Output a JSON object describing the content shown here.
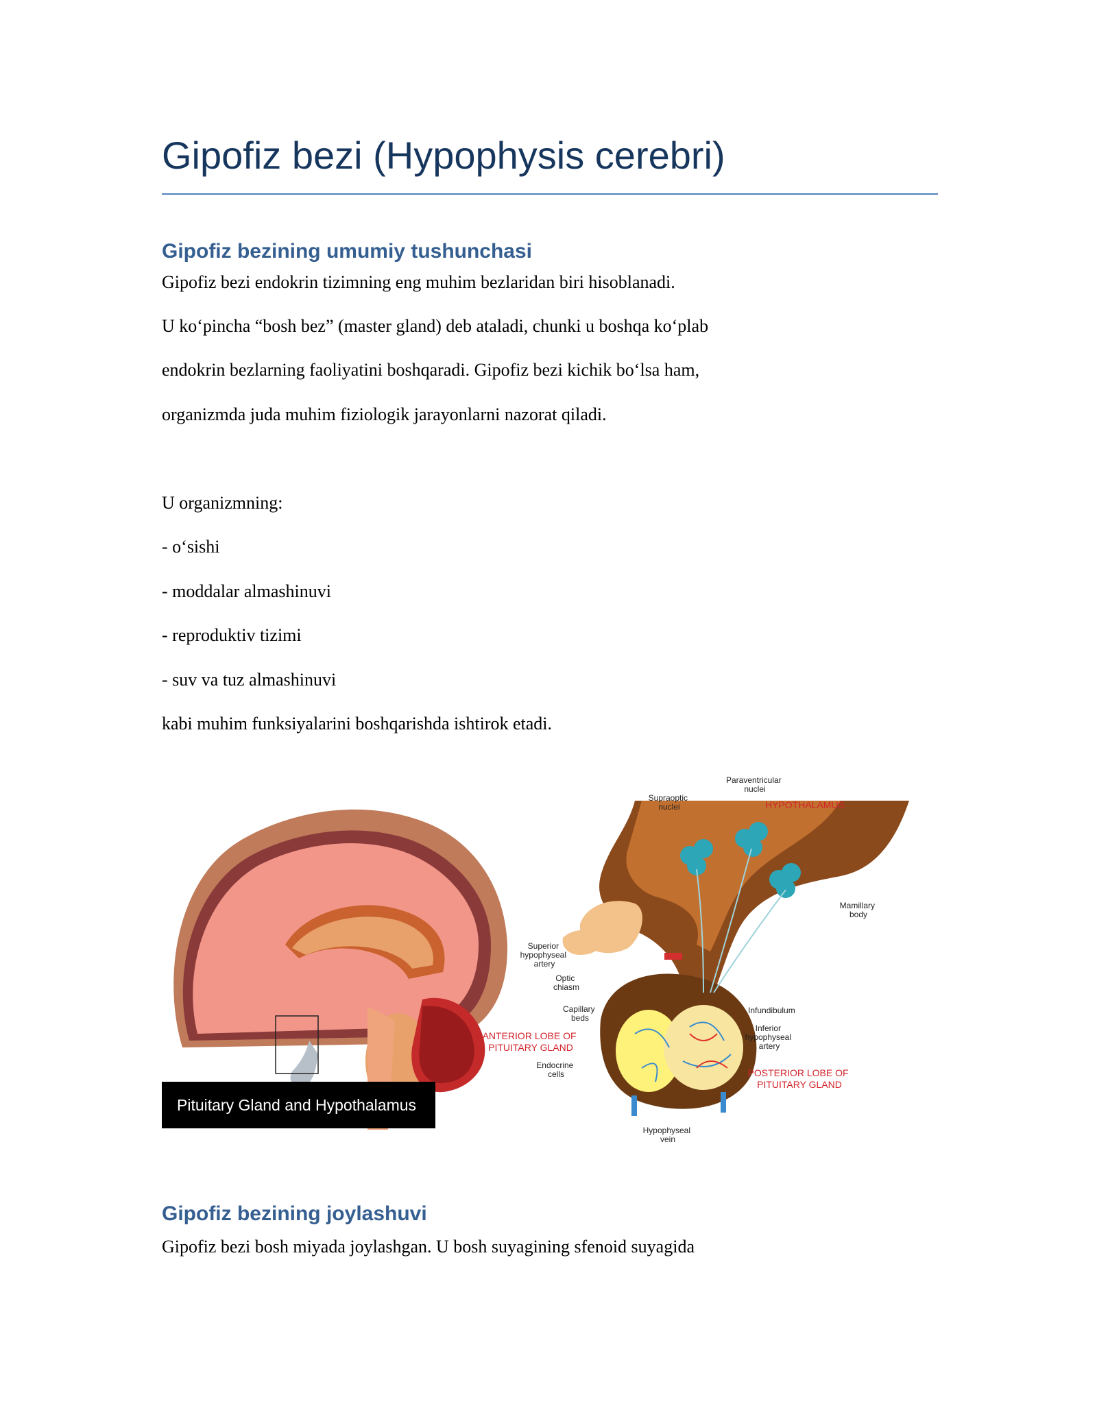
{
  "title": "Gipofiz bezi (Hypophysis cerebri)",
  "section1": {
    "heading": "Gipofiz bezining umumiy tushunchasi",
    "lines": [
      "Gipofiz bezi endokrin tizimning eng muhim bezlaridan biri hisoblanadi.",
      "U ko‘pincha “bosh bez” (master gland) deb ataladi, chunki u boshqa ko‘plab",
      "endokrin bezlarning faoliyatini boshqaradi. Gipofiz bezi kichik bo‘lsa ham,",
      "organizmda juda muhim fiziologik jarayonlarni nazorat qiladi.",
      "U organizmning:",
      "- o‘sishi",
      "- moddalar almashinuvi",
      "- reproduktiv tizimi",
      "- suv va tuz almashinuvi",
      "kabi muhim funksiyalarini boshqarishda ishtirok etadi."
    ]
  },
  "figure": {
    "caption": "Pituitary Gland and Hypothalamus",
    "labels": {
      "paraventricular": [
        "Paraventricular",
        "nuclei"
      ],
      "supraoptic": [
        "Supraoptic",
        "nuclei"
      ],
      "hypothalamus": "HYPOTHALAMUS",
      "mamillary": [
        "Mamillary",
        "body"
      ],
      "superior_artery": [
        "Superior",
        "hypophyseal",
        "artery"
      ],
      "optic_chiasm": [
        "Optic",
        "chiasm"
      ],
      "capillary_beds": [
        "Capillary",
        "beds"
      ],
      "infundibulum": "Infundibulum",
      "anterior_lobe": [
        "ANTERIOR LOBE OF",
        "PITUITARY GLAND"
      ],
      "inferior_artery": [
        "Inferior",
        "hypophyseal",
        "artery"
      ],
      "endocrine_cells": [
        "Endocrine",
        "cells"
      ],
      "posterior_lobe": [
        "POSTERIOR LOBE OF",
        "PITUITARY GLAND"
      ],
      "hypophyseal_vein": [
        "Hypophyseal",
        "vein"
      ]
    }
  },
  "section2": {
    "heading": "Gipofiz bezining joylashuvi",
    "lines": [
      "Gipofiz bezi bosh miyada joylashgan. U bosh suyagining sfenoid suyagida"
    ]
  }
}
